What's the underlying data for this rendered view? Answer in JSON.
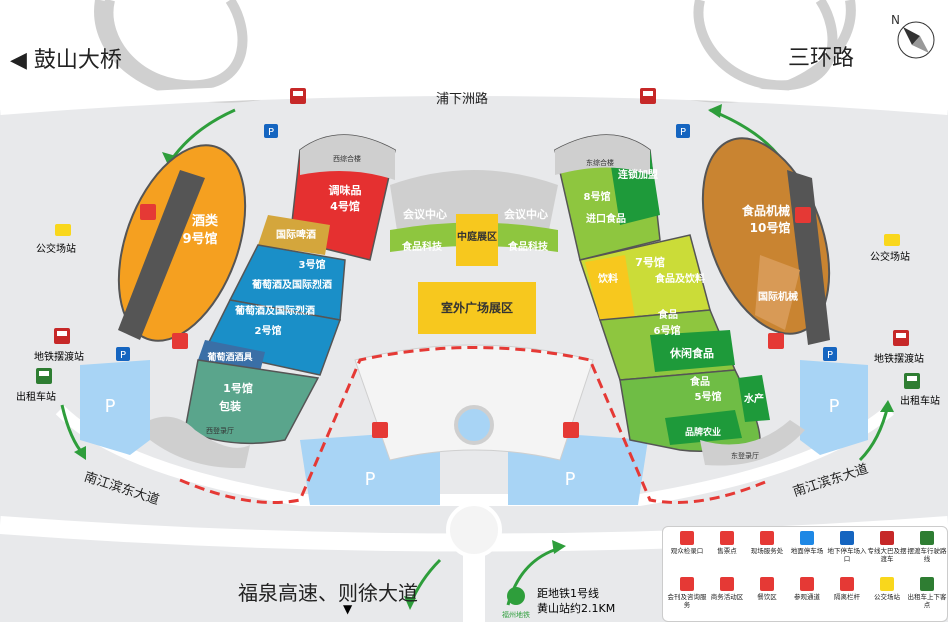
{
  "roads": {
    "gushan_bridge": "◀ 鼓山大桥",
    "third_ring": "三环路",
    "puxiazhou": "浦下洲路",
    "nanjiang_left": "南江滨东大道",
    "nanjiang_right": "南江滨东大道",
    "fuquan": "福泉高速、则徐大道"
  },
  "north_symbol": "N",
  "halls": {
    "hall9": {
      "category": "酒类",
      "number": "9号馆"
    },
    "hall4": {
      "category": "调味品",
      "number": "4号馆"
    },
    "hall3_beer": "国际啤酒",
    "hall3": "3号馆",
    "hall3_wine": "葡萄酒及国际烈酒",
    "hall2_wine": "葡萄酒及国际烈酒",
    "hall2": "2号馆",
    "hall1_equip": "葡萄酒酒具",
    "hall1": "1号馆",
    "hall1_pack": "包装",
    "west_lobby": "西综合楼",
    "west_hall": "西登录厅",
    "conf_left": "会议中心",
    "conf_right": "会议中心",
    "tech_left": "食品科技",
    "tech_right": "食品科技",
    "atrium": "中庭展区",
    "outdoor": "室外广场展区",
    "east_lobby": "东综合楼",
    "hall8_chain": "连锁加盟",
    "hall8": "8号馆",
    "hall8_import": "进口食品",
    "hall7_drink": "饮料",
    "hall7": "7号馆",
    "hall7_food": "食品及饮料",
    "hall6_food": "食品",
    "hall6": "6号馆",
    "hall6_leisure": "休闲食品",
    "hall5_food": "食品",
    "hall5": "5号馆",
    "hall5_aqua": "水产",
    "hall5_brand": "品牌农业",
    "east_hall": "东登录厅",
    "hall10_machine": "食品机械",
    "hall10": "10号馆",
    "hall10_intl": "国际机械"
  },
  "stations": {
    "bus_left": "公交场站",
    "bus_right": "公交场站",
    "metro_left": "地铁摆渡站",
    "metro_right": "地铁摆渡站",
    "taxi_left": "出租车站",
    "taxi_right": "出租车站",
    "parking": "P"
  },
  "metro_info": {
    "line": "距地铁1号线",
    "distance": "黄山站约2.1KM",
    "logo_text": "福州地铁"
  },
  "legend": [
    {
      "label": "观众检录口",
      "icon": "checkin-icon",
      "color": "#e53935"
    },
    {
      "label": "售票点",
      "icon": "ticket-icon",
      "color": "#e53935"
    },
    {
      "label": "现场服务处",
      "icon": "service-desk-icon",
      "color": "#e53935"
    },
    {
      "label": "地面停车场",
      "icon": "parking-icon",
      "color": "#1e88e5"
    },
    {
      "label": "地下停车场入口",
      "icon": "underground-parking-icon",
      "color": "#1565c0"
    },
    {
      "label": "专线大巴及摆渡车",
      "icon": "bus-icon",
      "color": "#c62828"
    },
    {
      "label": "摆渡车行驶路线",
      "icon": "shuttle-route-icon",
      "color": "#2e7d32"
    },
    {
      "label": "会刊及咨询服务",
      "icon": "info-icon",
      "color": "#e53935"
    },
    {
      "label": "商务活动区",
      "icon": "business-icon",
      "color": "#e53935"
    },
    {
      "label": "餐饮区",
      "icon": "dining-icon",
      "color": "#e53935"
    },
    {
      "label": "参观通道",
      "icon": "passage-icon",
      "color": "#e53935"
    },
    {
      "label": "隔离栏杆",
      "icon": "barrier-icon",
      "color": "#e53935"
    },
    {
      "label": "公交场站",
      "icon": "bus-station-icon",
      "color": "#f9d71c"
    },
    {
      "label": "出租车上下客点",
      "icon": "taxi-icon",
      "color": "#2e7d32"
    }
  ]
}
